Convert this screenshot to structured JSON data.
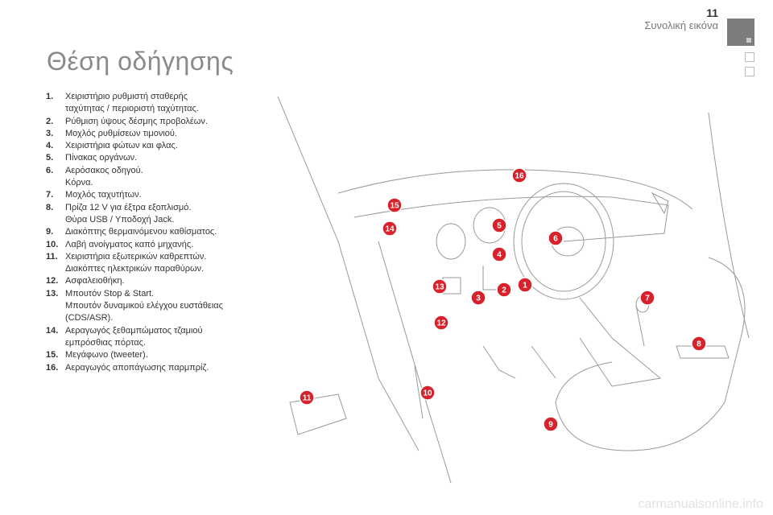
{
  "header": {
    "page_number": "11",
    "section": "Συνολική εικόνα"
  },
  "title": "Θέση οδήγησης",
  "items": [
    {
      "num": "1.",
      "lines": [
        "Χειριστήριο ρυθμιστή σταθερής",
        "ταχύτητας / περιοριστή ταχύτητας."
      ]
    },
    {
      "num": "2.",
      "lines": [
        "Ρύθμιση ύψους δέσμης προβολέων."
      ]
    },
    {
      "num": "3.",
      "lines": [
        "Μοχλός ρυθμίσεων τιμονιού."
      ]
    },
    {
      "num": "4.",
      "lines": [
        "Χειριστήρια φώτων και φλας."
      ]
    },
    {
      "num": "5.",
      "lines": [
        "Πίνακας οργάνων."
      ]
    },
    {
      "num": "6.",
      "lines": [
        "Αερόσακος οδηγού.",
        "Κόρνα."
      ]
    },
    {
      "num": "7.",
      "lines": [
        "Μοχλός ταχυτήτων."
      ]
    },
    {
      "num": "8.",
      "lines": [
        "Πρίζα 12 V για έξτρα εξοπλισμό.",
        "Θύρα USB / Υποδοχή Jack."
      ]
    },
    {
      "num": "9.",
      "lines": [
        "Διακόπτης θερμαινόμενου καθίσματος."
      ]
    },
    {
      "num": "10.",
      "lines": [
        "Λαβή ανοίγματος καπό μηχανής."
      ]
    },
    {
      "num": "11.",
      "lines": [
        "Χειριστήρια εξωτερικών καθρεπτών.",
        "Διακόπτες ηλεκτρικών παραθύρων."
      ]
    },
    {
      "num": "12.",
      "lines": [
        "Ασφαλειοθήκη."
      ]
    },
    {
      "num": "13.",
      "lines": [
        "Μπουτόν Stop & Start.",
        "Μπουτόν δυναμικού ελέγχου ευστάθειας",
        "(CDS/ASR)."
      ]
    },
    {
      "num": "14.",
      "lines": [
        "Αεραγωγός ξεθαμπώματος τζαμιού",
        "εμπρόσθιας πόρτας."
      ]
    },
    {
      "num": "15.",
      "lines": [
        "Μεγάφωνο (tweeter)."
      ]
    },
    {
      "num": "16.",
      "lines": [
        "Αεραγωγός αποπάγωσης παρμπρίζ."
      ]
    }
  ],
  "callouts": [
    "16",
    "15",
    "14",
    "5",
    "6",
    "4",
    "13",
    "2",
    "1",
    "3",
    "12",
    "7",
    "8",
    "11",
    "10",
    "9"
  ],
  "badge_color": "#d6232b",
  "watermark": "carmanualsonline.info"
}
